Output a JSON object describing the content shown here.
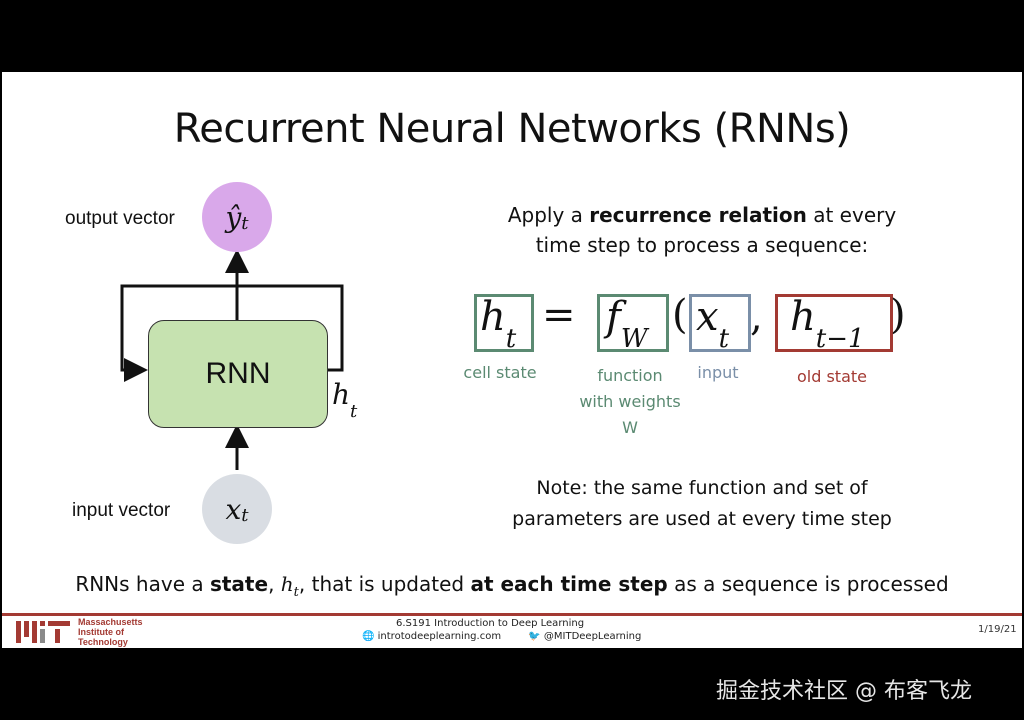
{
  "slide": {
    "title": "Recurrent Neural Networks (RNNs)",
    "diagram": {
      "output_label": "output vector",
      "output_symbol": "ŷ",
      "output_sub": "t",
      "input_label": "input vector",
      "input_symbol": "x",
      "input_sub": "t",
      "cell_label": "RNN",
      "state_symbol": "h",
      "state_sub": "t",
      "colors": {
        "output_circle": "#d9a8ea",
        "input_circle": "#d9dde3",
        "cell": "#c6e2b0"
      }
    },
    "intro": {
      "line1_pre": "Apply a ",
      "line1_bold": "recurrence relation",
      "line1_post": " at every",
      "line2": "time step to process a sequence:"
    },
    "equation": {
      "lhs": "h",
      "lhs_sub": "t",
      "equals": "=",
      "func": "f",
      "func_sub": "W",
      "open_paren": "(",
      "arg1": "x",
      "arg1_sub": "t",
      "comma": ",",
      "arg2": "h",
      "arg2_sub": "t−1",
      "close_paren": ")"
    },
    "annotations": {
      "cell_state": "cell state",
      "function_line1": "function",
      "function_line2": "with weights",
      "function_line3": "W",
      "input": "input",
      "old_state": "old state",
      "colors": {
        "green": "#5b8a72",
        "blue": "#7a8fa8",
        "red": "#a33a33"
      }
    },
    "note": {
      "line1": "Note: the same function and set of",
      "line2": "parameters are used at every time step"
    },
    "summary": {
      "p1": "RNNs have a ",
      "b1": "state",
      "p2": ", ",
      "sym": "h",
      "sym_sub": "t",
      "p3": ", that is updated ",
      "b2": "at each time step",
      "p4": " as a sequence is processed"
    },
    "footer": {
      "mit_line1": "Massachusetts",
      "mit_line2": "Institute of",
      "mit_line3": "Technology",
      "course": "6.S191 Introduction to Deep Learning",
      "website": "introtodeeplearning.com",
      "twitter": "@MITDeepLearning",
      "date": "1/19/21"
    }
  },
  "watermark": "掘金技术社区 @ 布客飞龙"
}
